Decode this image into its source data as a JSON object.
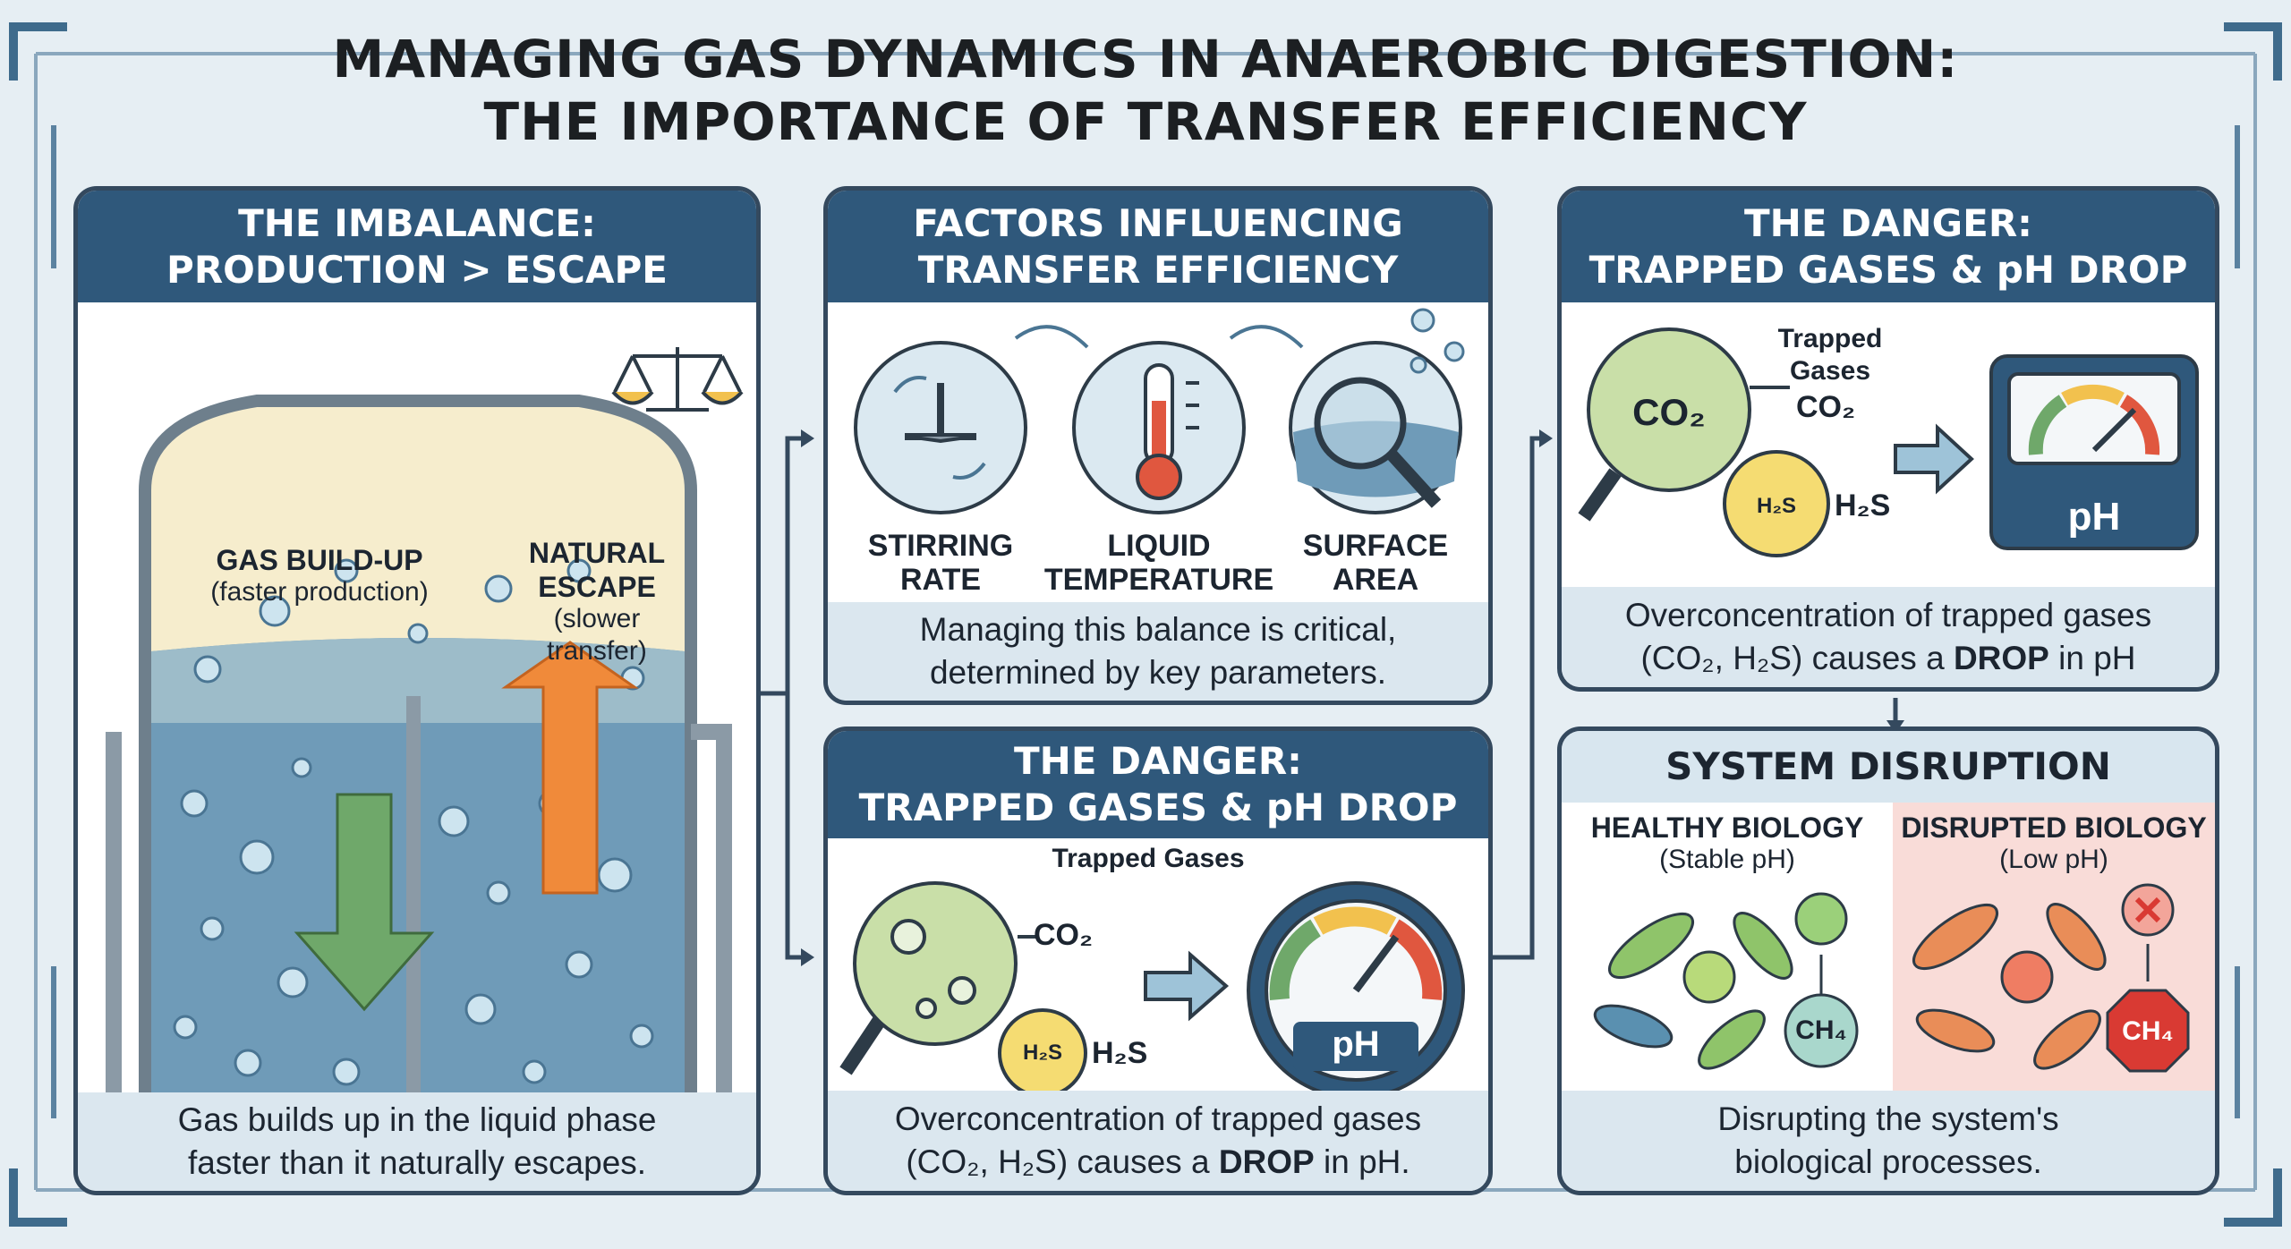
{
  "title": {
    "line1": "MANAGING GAS DYNAMICS IN ANAEROBIC DIGESTION:",
    "line2": "THE IMPORTANCE OF TRANSFER EFFICIENCY"
  },
  "imbalance": {
    "header_line1": "THE IMBALANCE:",
    "header_line2": "PRODUCTION > ESCAPE",
    "buildup_label": "GAS BUILD-UP",
    "buildup_sub": "(faster production)",
    "escape_label_1": "NATURAL",
    "escape_label_2": "ESCAPE",
    "escape_sub_1": "(slower",
    "escape_sub_2": "transfer)",
    "footer_line1": "Gas builds up in the liquid phase",
    "footer_line2": "faster than it naturally escapes."
  },
  "factors": {
    "header_line1": "FACTORS INFLUENCING",
    "header_line2": "TRANSFER EFFICIENCY",
    "items": [
      {
        "line1": "STIRRING",
        "line2": "RATE"
      },
      {
        "line1": "LIQUID",
        "line2": "TEMPERATURE"
      },
      {
        "line1": "SURFACE",
        "line2": "AREA"
      }
    ],
    "footer_line1": "Managing this balance is critical,",
    "footer_line2": "determined by key parameters."
  },
  "danger_top": {
    "header_line1": "THE DANGER:",
    "header_line2": "TRAPPED GASES & pH DROP",
    "trapped_1": "Trapped",
    "trapped_2": "Gases",
    "co2": "CO₂",
    "co2_bubble": "CO₂",
    "h2s": "H₂S",
    "h2s_bubble": "H₂S",
    "ph": "pH",
    "footer_line1": "Overconcentration of trapped gases",
    "footer_pre": "(CO₂, H₂S) causes a ",
    "footer_bold": "DROP",
    "footer_post": " in pH"
  },
  "danger_mid": {
    "header_line1": "THE DANGER:",
    "header_line2": "TRAPPED GASES & pH DROP",
    "trapped": "Trapped Gases",
    "co2": "CO₂",
    "h2s": "H₂S",
    "h2s_bubble": "H₂S",
    "ph": "pH",
    "footer_line1": "Overconcentration of trapped gases",
    "footer_pre": "(CO₂, H₂S) causes a ",
    "footer_bold": "DROP",
    "footer_post": " in pH."
  },
  "disruption": {
    "header": "SYSTEM DISRUPTION",
    "healthy_title": "HEALTHY BIOLOGY",
    "healthy_sub": "(Stable pH)",
    "disrupted_title": "DISRUPTED BIOLOGY",
    "disrupted_sub": "(Low pH)",
    "ch4_good": "CH₄",
    "ch4_bad": "CH₄",
    "footer_line1": "Disrupting the system's",
    "footer_line2": "biological processes."
  },
  "colors": {
    "header_dark": "#2f587b",
    "header_light": "#d8e6ef",
    "liquid": "#6f9bb8",
    "foam": "#f6edcd",
    "build_arrow": "#6fa86a",
    "escape_arrow": "#f08a3a",
    "danger_red": "#d93a33"
  }
}
